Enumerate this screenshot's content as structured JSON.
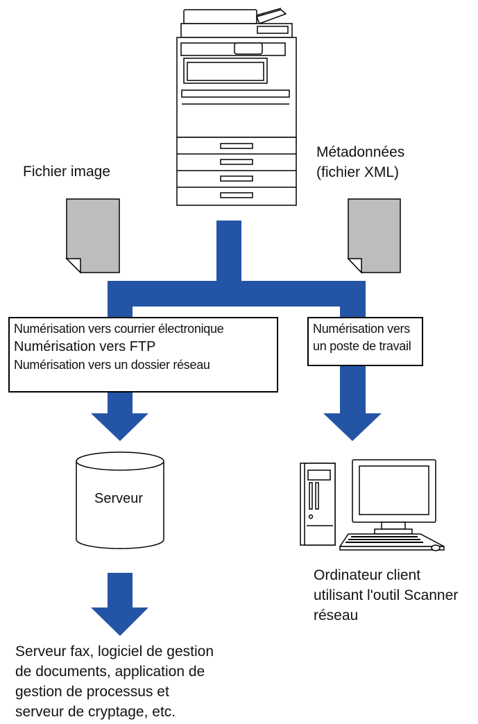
{
  "image_file_label": "Fichier image",
  "metadata_label": [
    "Métadonnées",
    "(fichier XML)"
  ],
  "left_box": [
    "Numérisation vers courrier électronique",
    "Numérisation vers FTP",
    "Numérisation vers un dossier réseau"
  ],
  "right_box": [
    "Numérisation vers",
    "un poste de travail"
  ],
  "server_label": "Serveur",
  "client_label": [
    "Ordinateur client",
    "utilisant l'outil Scanner",
    "réseau"
  ],
  "bottom_label": [
    "Serveur fax, logiciel de gestion",
    "de documents, application de",
    "gestion de processus et",
    "serveur de cryptage, etc."
  ],
  "colors": {
    "arrow": "#2454a6",
    "document": "#bdbdbd",
    "outline": "#000000"
  },
  "icons": [
    "printer-icon",
    "document-icon",
    "server-cylinder-icon",
    "desktop-computer-icon",
    "down-arrow-icon"
  ]
}
